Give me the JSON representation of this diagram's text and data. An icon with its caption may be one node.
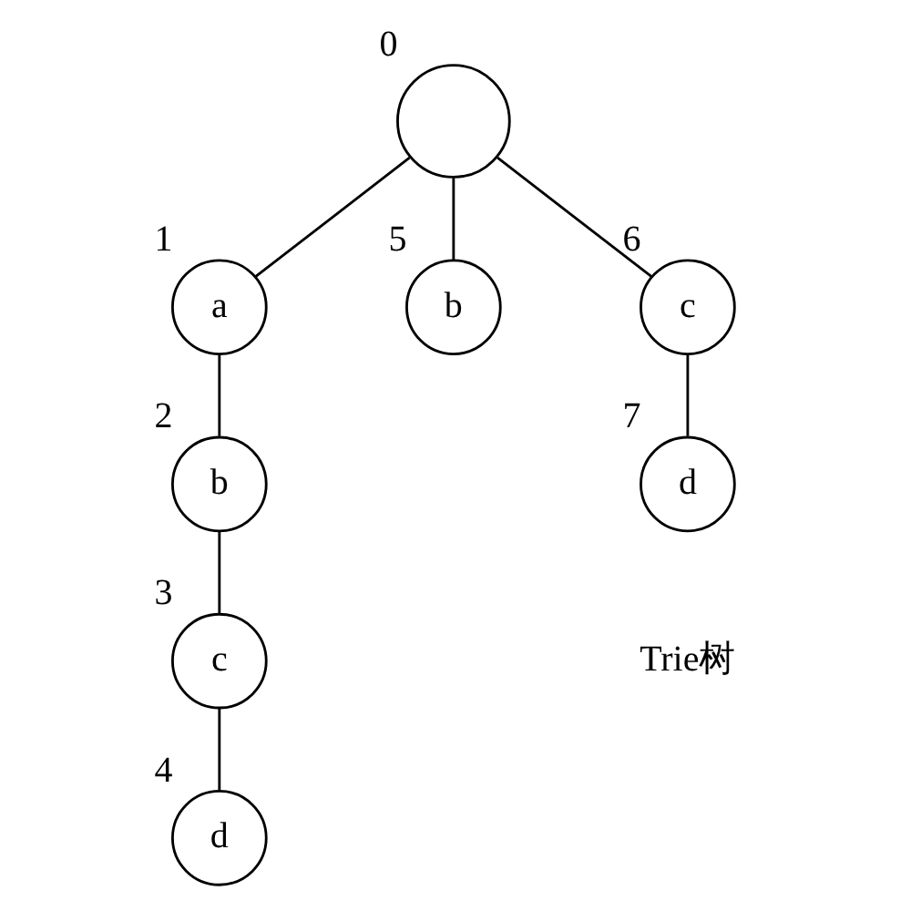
{
  "diagram": {
    "nodes": [
      {
        "text": [],
        "shape": "circle",
        "beside": [
          "0"
        ]
      },
      {
        "text": [
          "a"
        ],
        "beside": [
          "1"
        ]
      },
      {
        "text": [
          "b"
        ],
        "beside": [
          "2"
        ]
      },
      {
        "text": [
          "c"
        ],
        "beside": [
          "3"
        ]
      },
      {
        "text": [
          "d"
        ],
        "beside": [
          "4"
        ]
      },
      {
        "text": [
          "b"
        ],
        "beside": [
          "5"
        ]
      },
      {
        "text": [
          "c"
        ],
        "beside": [
          "6"
        ]
      },
      {
        "text": [
          "d"
        ],
        "beside": [
          "7"
        ]
      }
    ],
    "edges": [
      {
        "from": 0,
        "to": 1,
        "arrow": "none"
      },
      {
        "from": 0,
        "to": 5,
        "arrow": "none"
      },
      {
        "from": 0,
        "to": 6,
        "arrow": "none"
      },
      {
        "from": 1,
        "to": 2,
        "arrow": "none"
      },
      {
        "from": 2,
        "to": 3,
        "arrow": "none"
      },
      {
        "from": 3,
        "to": 4,
        "arrow": "none"
      },
      {
        "from": 6,
        "to": 7,
        "arrow": "none"
      }
    ],
    "labels": [
      "Trie树"
    ]
  }
}
